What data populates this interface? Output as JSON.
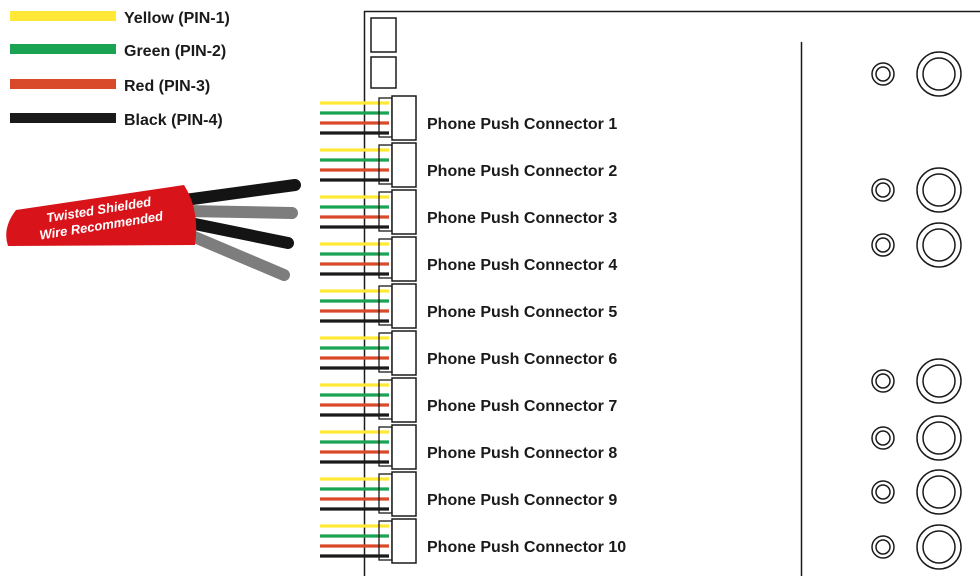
{
  "legend": [
    {
      "label": "Yellow (PIN-1)",
      "color": "#ffe936"
    },
    {
      "label": "Green (PIN-2)",
      "color": "#1aa352"
    },
    {
      "label": "Red (PIN-3)",
      "color": "#d94a2a"
    },
    {
      "label": "Black (PIN-4)",
      "color": "#1a1a1a"
    }
  ],
  "cable_banner": {
    "line1": "Twisted Shielded",
    "line2": "Wire Recommended",
    "jacket_color": "#d8131a"
  },
  "connectors": [
    {
      "label": "Phone Push Connector 1"
    },
    {
      "label": "Phone Push Connector 2"
    },
    {
      "label": "Phone Push Connector 3"
    },
    {
      "label": "Phone Push Connector 4"
    },
    {
      "label": "Phone Push Connector 5"
    },
    {
      "label": "Phone Push Connector 6"
    },
    {
      "label": "Phone Push Connector 7"
    },
    {
      "label": "Phone Push Connector 8"
    },
    {
      "label": "Phone Push Connector 9"
    },
    {
      "label": "Phone Push Connector 10"
    }
  ]
}
